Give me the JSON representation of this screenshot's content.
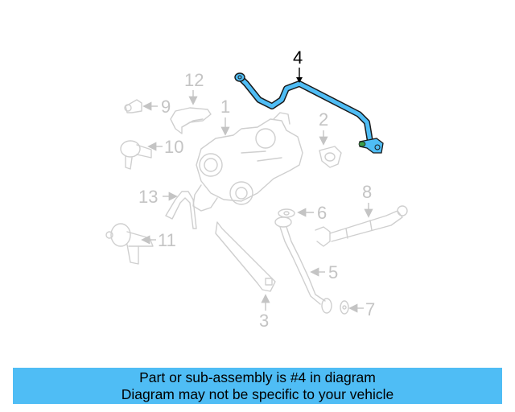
{
  "diagram": {
    "highlight_color": "#4fbdf5",
    "selected_part": "4",
    "callouts": [
      {
        "id": "1",
        "label": "1"
      },
      {
        "id": "2",
        "label": "2"
      },
      {
        "id": "3",
        "label": "3"
      },
      {
        "id": "4",
        "label": "4"
      },
      {
        "id": "5",
        "label": "5"
      },
      {
        "id": "6",
        "label": "6"
      },
      {
        "id": "7",
        "label": "7"
      },
      {
        "id": "8",
        "label": "8"
      },
      {
        "id": "9",
        "label": "9"
      },
      {
        "id": "10",
        "label": "10"
      },
      {
        "id": "11",
        "label": "11"
      },
      {
        "id": "12",
        "label": "12"
      },
      {
        "id": "13",
        "label": "13"
      }
    ]
  },
  "banner": {
    "line1": "Part or sub-assembly is #4 in diagram",
    "line2": "Diagram may not be specific to your vehicle",
    "background": "#4fbdf5"
  }
}
